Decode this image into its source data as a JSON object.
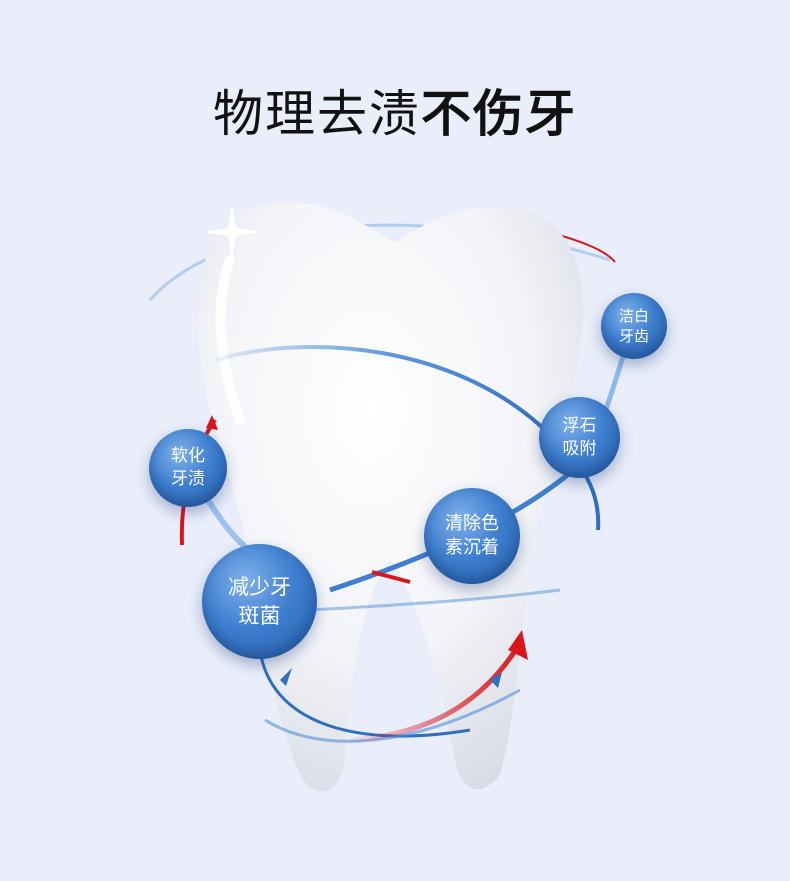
{
  "title": {
    "light": "物理去渍",
    "bold": "不伤牙"
  },
  "bubbles": {
    "whiten": {
      "line1": "洁白",
      "line2": "牙齿"
    },
    "tartar": {
      "line1": "浮石",
      "line2": "吸附"
    },
    "stain": {
      "line1": "清除色",
      "line2": "素沉着"
    },
    "soften": {
      "line1": "软化",
      "line2": "牙渍"
    },
    "plaque": {
      "line1": "减少牙",
      "line2": "斑菌"
    }
  },
  "colors": {
    "background": "#e9eefa",
    "bubble": "#3f7fd0",
    "ring_blue": "#4f8fd8",
    "ring_red": "#d8161c",
    "tooth": "#ffffff"
  }
}
